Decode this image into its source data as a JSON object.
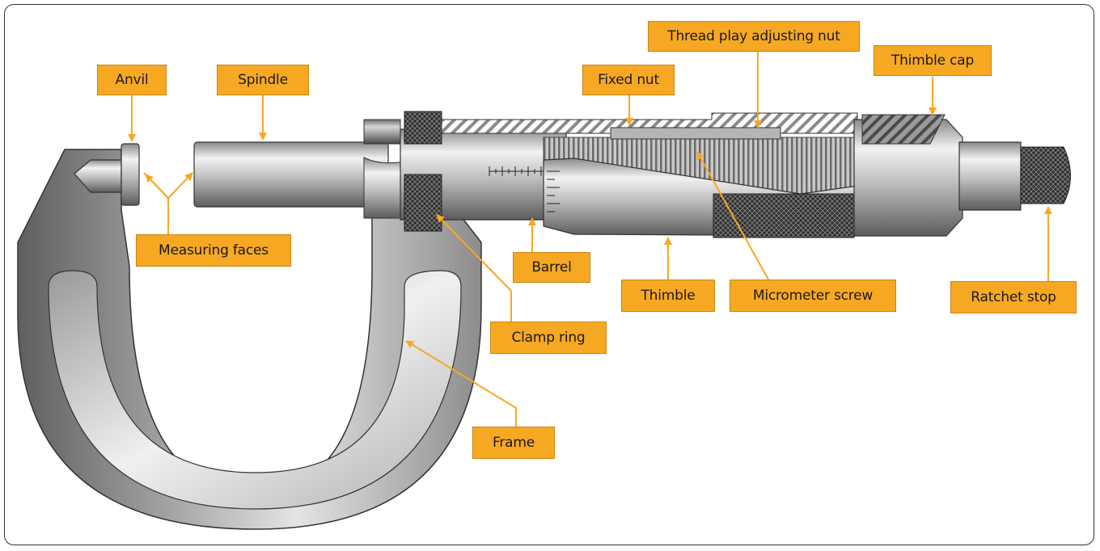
{
  "labels": {
    "anvil": "Anvil",
    "spindle": "Spindle",
    "fixed_nut": "Fixed nut",
    "thread_play_adjusting_nut": "Thread play adjusting nut",
    "thimble_cap": "Thimble cap",
    "measuring_faces": "Measuring faces",
    "barrel": "Barrel",
    "thimble": "Thimble",
    "micrometer_screw": "Micrometer screw",
    "ratchet_stop": "Ratchet stop",
    "clamp_ring": "Clamp ring",
    "frame": "Frame"
  },
  "colors": {
    "callout_fill": "#F7A823",
    "leader_line": "#F7A823",
    "metal_light": "#e6e6e6",
    "metal_dark": "#6b6b6b"
  }
}
